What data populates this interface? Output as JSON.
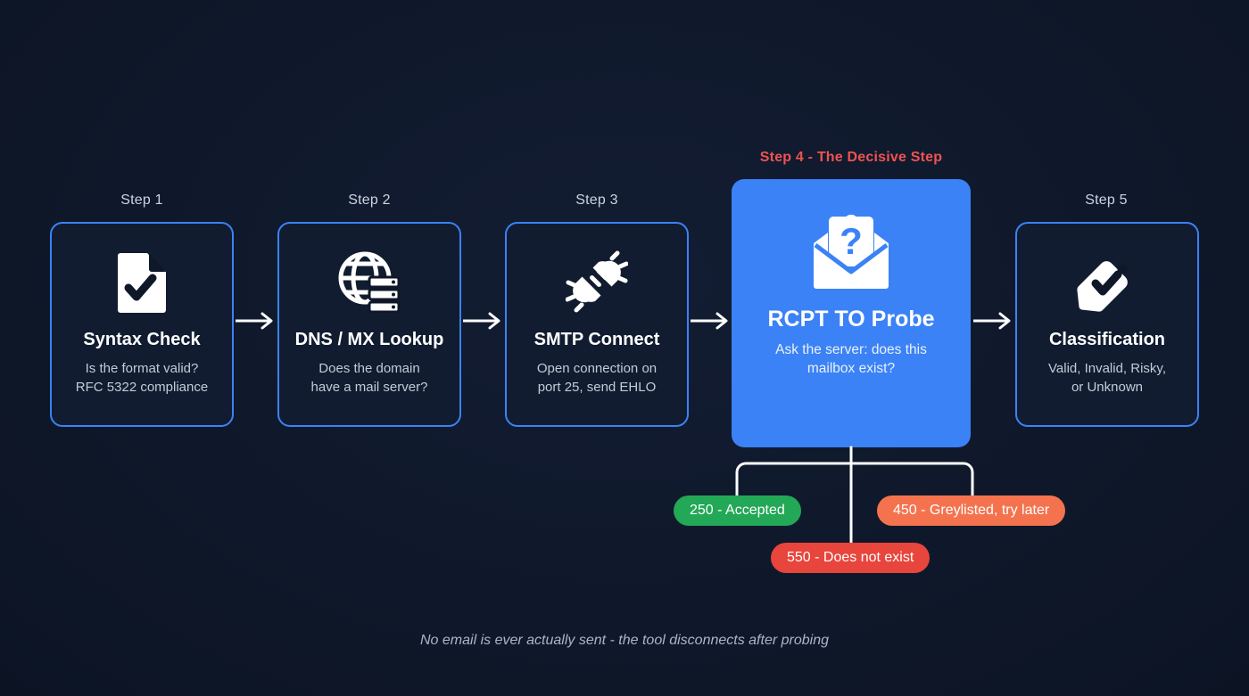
{
  "background_color": "#0f1829",
  "accent_color": "#3b82f6",
  "highlight_label_color": "#ef5350",
  "steps": [
    {
      "label": "Step 1",
      "title": "Syntax Check",
      "desc": "Is the format valid?\nRFC 5322 compliance",
      "icon": "document-check-icon",
      "active": false
    },
    {
      "label": "Step 2",
      "title": "DNS / MX Lookup",
      "desc": "Does the domain\nhave a mail server?",
      "icon": "globe-server-icon",
      "active": false
    },
    {
      "label": "Step 3",
      "title": "SMTP Connect",
      "desc": "Open connection on\nport 25, send EHLO",
      "icon": "plug-connect-icon",
      "active": false
    },
    {
      "label": "Step 4 - The Decisive Step",
      "title": "RCPT TO Probe",
      "desc": "Ask the server: does this\nmailbox exist?",
      "icon": "envelope-question-icon",
      "active": true
    },
    {
      "label": "Step 5",
      "title": "Classification",
      "desc": "Valid, Invalid, Risky,\nor Unknown",
      "icon": "tag-check-icon",
      "active": false
    }
  ],
  "responses": [
    {
      "text": "250 - Accepted",
      "color": "#22a856"
    },
    {
      "text": "550 - Does not exist",
      "color": "#e8453c"
    },
    {
      "text": "450 - Greylisted, try later",
      "color": "#f4734e"
    }
  ],
  "footnote": "No email is ever actually sent - the tool disconnects after probing"
}
